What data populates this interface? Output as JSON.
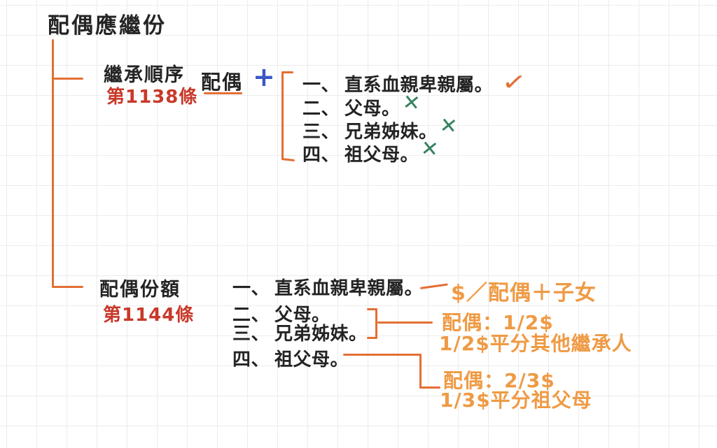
{
  "title": "配偶應繼份",
  "colors": {
    "ink": "#242424",
    "red": "#c8392a",
    "orange-line": "#e46f34",
    "orange-text": "#ef9a44",
    "blue": "#3a57c5",
    "green": "#35825f",
    "grid": "#ececee"
  },
  "section_order": {
    "heading": "繼承順序",
    "article": "第1138條",
    "spouse_label": "配偶",
    "plus_sign": "+",
    "items": [
      {
        "num": "一、",
        "text": "直系血親卑親屬。",
        "mark": "✓"
      },
      {
        "num": "二、",
        "text": "父母。",
        "mark": "✕"
      },
      {
        "num": "三、",
        "text": "兄弟姊妹。",
        "mark": "✕"
      },
      {
        "num": "四、",
        "text": "祖父母。",
        "mark": "✕"
      }
    ]
  },
  "section_share": {
    "heading": "配偶份額",
    "article": "第1144條",
    "items": [
      {
        "num": "一、",
        "text": "直系血親卑親屬。"
      },
      {
        "num": "二、",
        "text": "父母。"
      },
      {
        "num": "三、",
        "text": "兄弟姊妹。"
      },
      {
        "num": "四、",
        "text": "祖父母。"
      }
    ],
    "annotations": {
      "first_order": "$／配偶＋子女",
      "mid_order_line1": "配偶：1/2$",
      "mid_order_line2": "1/2$平分其他繼承人",
      "fourth_order_line1": "配偶：2/3$",
      "fourth_order_line2": "1/3$平分祖父母"
    }
  }
}
